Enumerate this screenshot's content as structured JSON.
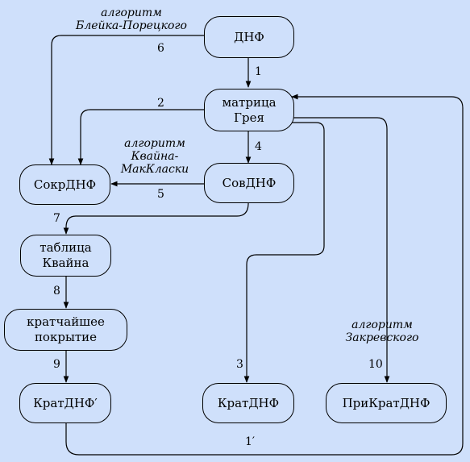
{
  "nodes": {
    "dnf": "ДНФ",
    "gray_matrix": [
      "матрица",
      "Грея"
    ],
    "sokr_dnf": "СокрДНФ",
    "sov_dnf": "СовДНФ",
    "quine_table": [
      "таблица",
      "Квайна"
    ],
    "shortest_cover": [
      "кратчайшее",
      "покрытие"
    ],
    "krat_dnf_prime": "КратДНФ′",
    "krat_dnf": "КратДНФ",
    "prikrat_dnf": "ПриКратДНФ"
  },
  "annotations": {
    "blake_poretsky": [
      "алгоритм",
      "Блейка-Порецкого"
    ],
    "quine_mccluskey": [
      "алгоритм",
      "Квайна-",
      "МакКласки"
    ],
    "zakrevsky": [
      "алгоритм",
      "Закревского"
    ]
  },
  "edge_labels": {
    "e1": "1",
    "e2": "2",
    "e3": "3",
    "e4": "4",
    "e5": "5",
    "e6": "6",
    "e7": "7",
    "e8": "8",
    "e9": "9",
    "e10": "10",
    "e1prime": "1′"
  },
  "colors": {
    "background": "#cfe0fb",
    "stroke": "#000000"
  }
}
